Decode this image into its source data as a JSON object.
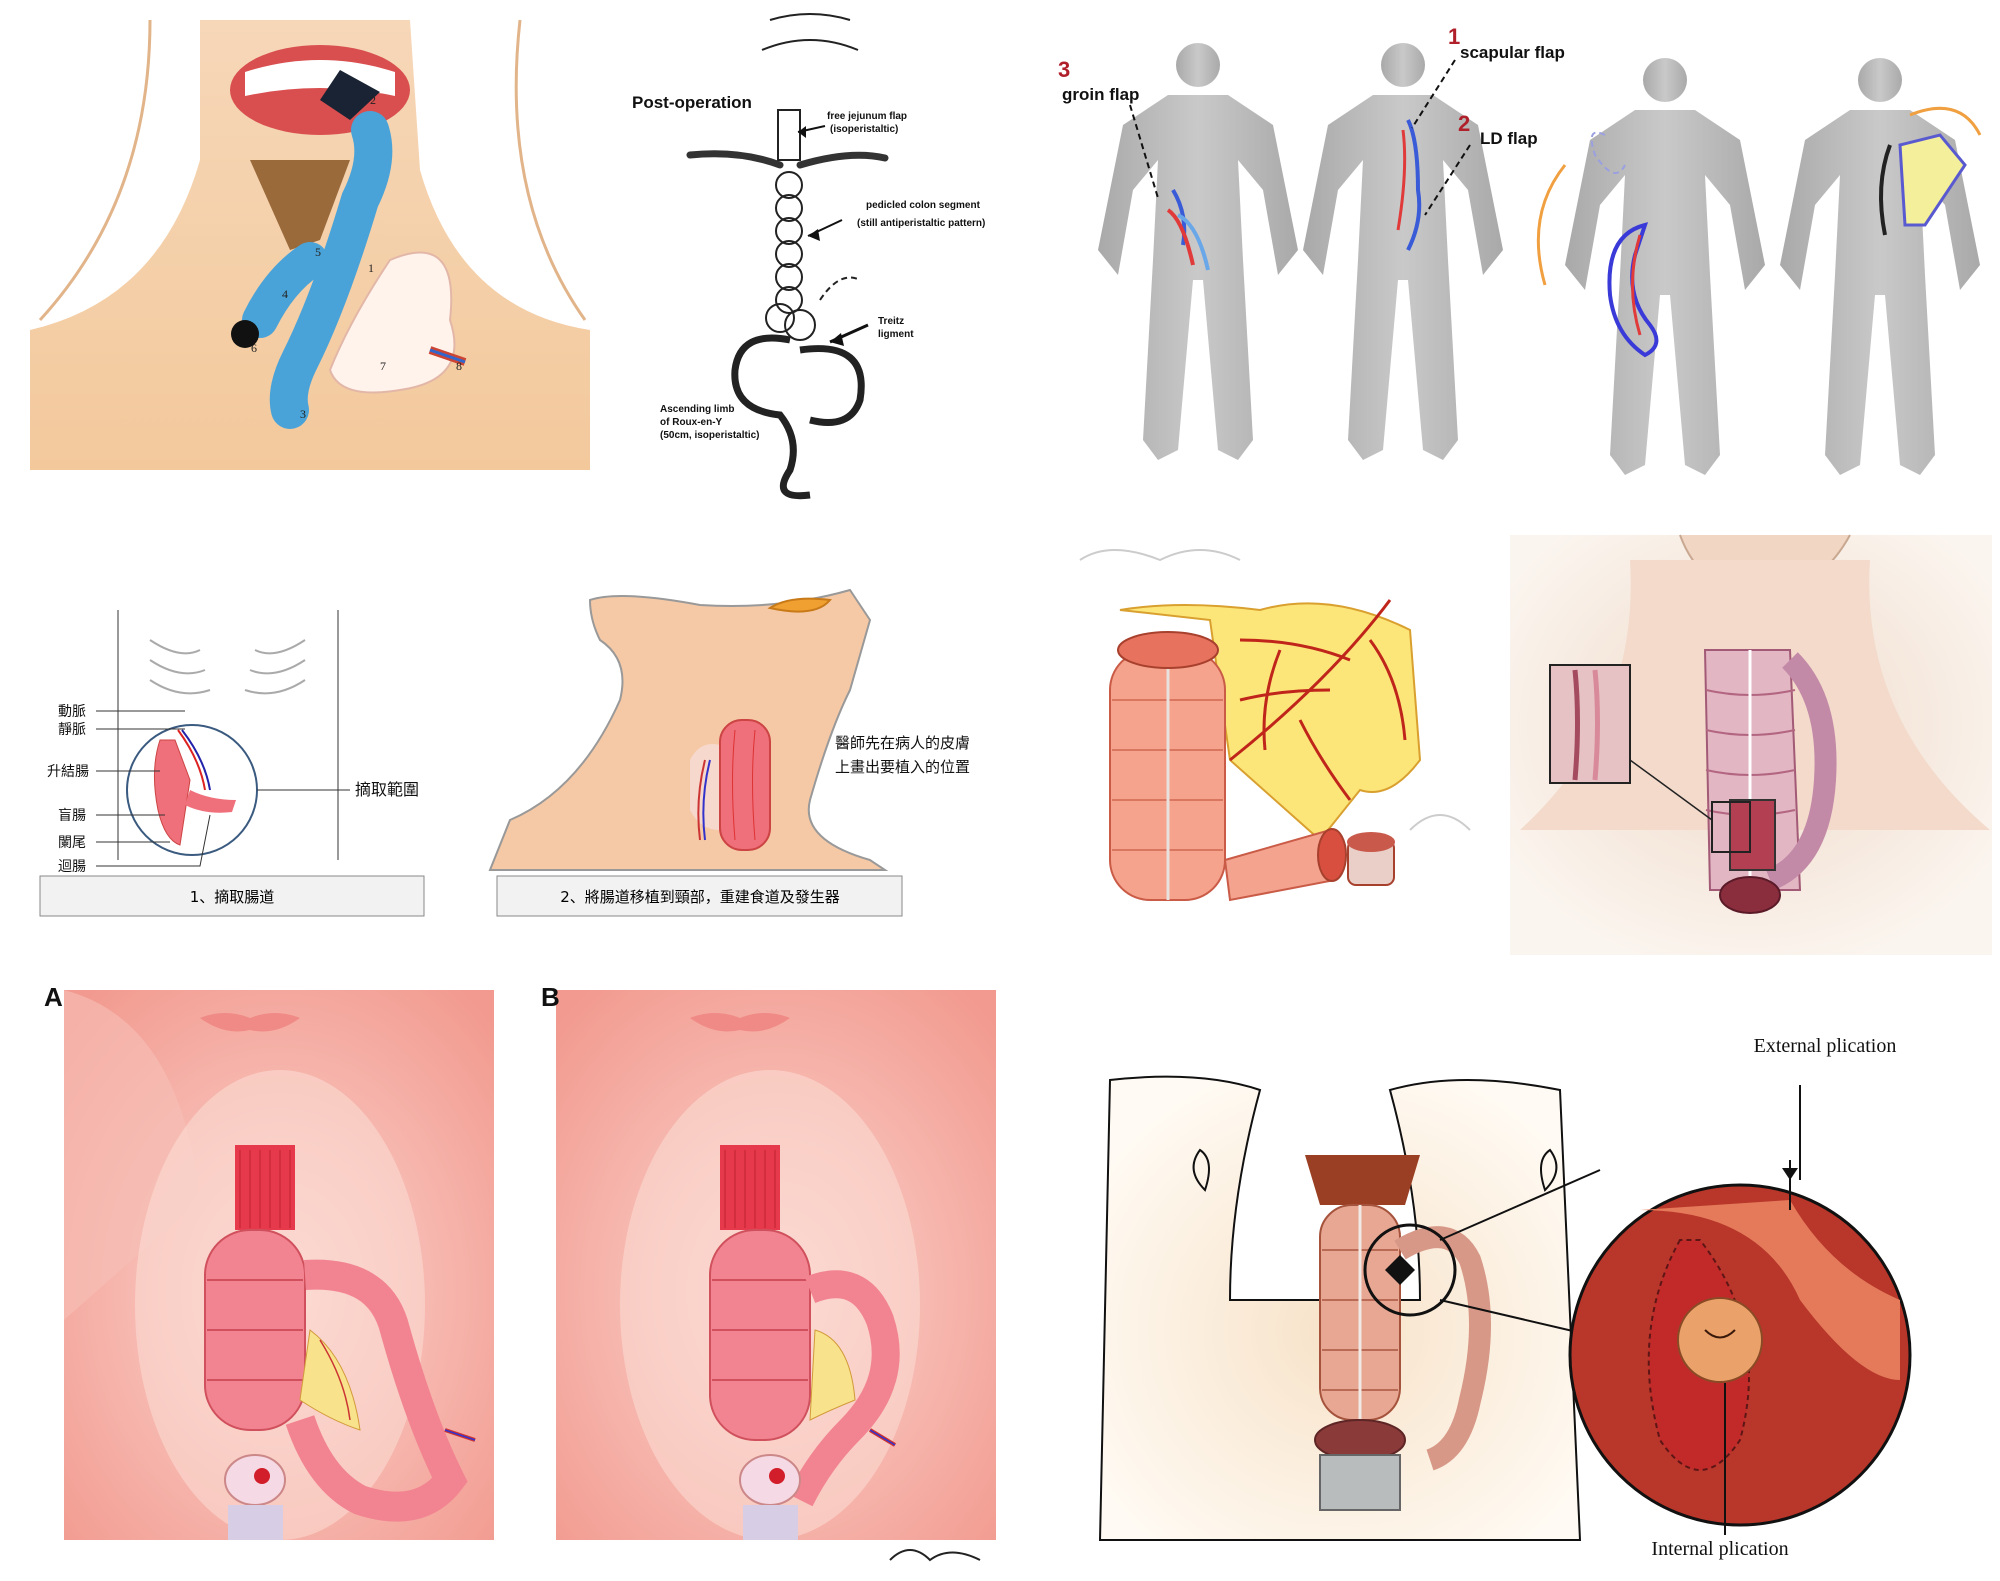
{
  "panel_neck_numbered": {
    "markers": [
      "1",
      "2",
      "3",
      "4",
      "5",
      "6",
      "7",
      "8"
    ]
  },
  "panel_jejunum": {
    "title": "Post-operation",
    "labels": {
      "free_jejunum": "free jejunum flap",
      "free_jejunum_sub": "(isoperistaltic)",
      "pedicled_colon": "pedicled colon segment",
      "pedicled_colon_sub": "(still antiperistaltic pattern)",
      "treitz_1": "Treitz",
      "treitz_2": "ligment",
      "roux_1": "Ascending limb",
      "roux_2": "of Roux-en-Y",
      "roux_3": "(50cm, isoperistaltic)"
    }
  },
  "panel_flaps": {
    "groin_num": "3",
    "groin_label": "groin flap",
    "scapular_num": "1",
    "scapular_label": "scapular flap",
    "ld_num": "2",
    "ld_label": "LD flap",
    "accent_color": "#b0202a"
  },
  "panel_harvest": {
    "labels": [
      "動脈",
      "靜脈",
      "升結腸",
      "盲腸",
      "闌尾",
      "迴腸"
    ],
    "range_label": "摘取範圍",
    "caption": "1、摘取腸道"
  },
  "panel_transplant": {
    "note_line1": "醫師先在病人的皮膚",
    "note_line2": "上畫出要植入的位置",
    "caption": "2、將腸道移植到頸部，重建食道及發生器"
  },
  "panel_ab": {
    "label_a": "A",
    "label_b": "B"
  },
  "panel_plication": {
    "external": "External plication",
    "internal": "Internal plication"
  }
}
